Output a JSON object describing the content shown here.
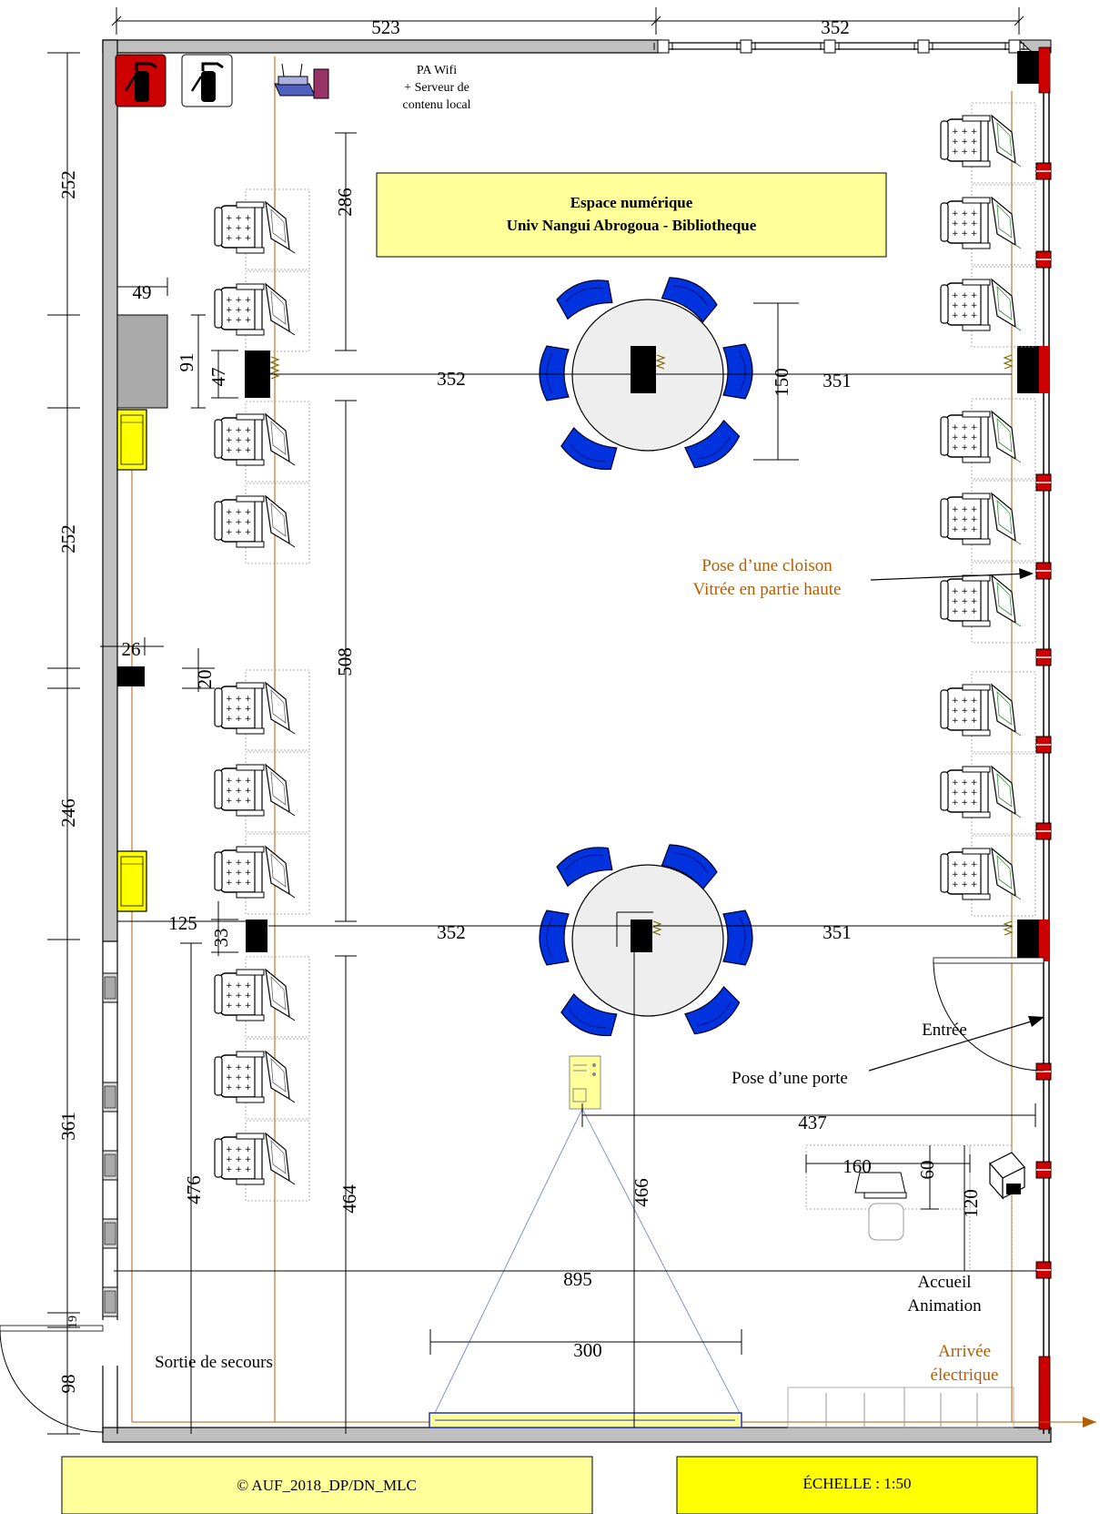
{
  "plan": {
    "title_line1": "Espace numérique",
    "title_line2": "Univ Nangui Abrogoua - Bibliotheque",
    "wifi_line1": "PA Wifi",
    "wifi_line2": "+ Serveur de",
    "wifi_line3": "contenu local",
    "cloison_line1": "Pose d’une cloison",
    "cloison_line2": "Vitrée en partie haute",
    "entree": "Entrée",
    "porte": "Pose d’une porte",
    "accueil_line1": "Accueil",
    "accueil_line2": "Animation",
    "arrivee_line1": "Arrivée",
    "arrivee_line2": "électrique",
    "sortie": "Sortie de secours",
    "colors": {
      "wall": "#c0c0c0",
      "title_bg": "#ffff99",
      "footer_bg_left": "#ffff99",
      "footer_bg_right": "#ffff00",
      "chairs_blue": "#0022cc",
      "wall_red": "#cc0000",
      "annotation_brown": "#b35c00"
    }
  },
  "dimensions": {
    "top_left": "523",
    "top_right": "352",
    "left_1": "252",
    "left_2": "252",
    "left_3": "246",
    "left_4": "361",
    "left_5": "98",
    "left_small_19": "19",
    "d49": "49",
    "d91": "91",
    "d47": "47",
    "d26": "26",
    "d20": "20",
    "d286": "286",
    "d508": "508",
    "d125": "125",
    "d33": "33",
    "d476": "476",
    "d464": "464",
    "table1_left": "352",
    "table1_right": "351",
    "table1_diam": "150",
    "table2_left": "352",
    "table2_right": "351",
    "d437": "437",
    "d466": "466",
    "d160": "160",
    "d60": "60",
    "d120": "120",
    "d895": "895",
    "d300": "300"
  },
  "footer": {
    "copyright": "© AUF_2018_DP/DN_MLC",
    "scale": "ÉCHELLE :  1:50"
  }
}
